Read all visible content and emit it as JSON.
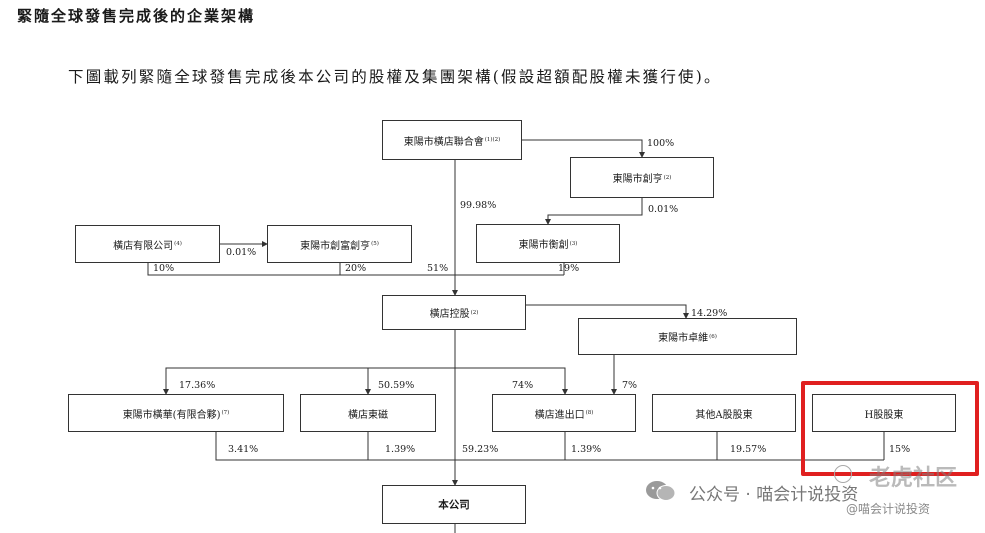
{
  "heading": "緊隨全球發售完成後的企業架構",
  "intro": "下圖載列緊隨全球發售完成後本公司的股權及集團架構(假設超額配股權未獲行使)。",
  "entities": {
    "lianhehui": {
      "name": "東陽市橫店聯合會",
      "note": "(1)(2)"
    },
    "chuangheng": {
      "name": "東陽市創亨",
      "note": "(2)"
    },
    "hengdian_youxian": {
      "name": "橫店有限公司",
      "note": "(4)"
    },
    "chuangfu": {
      "name": "東陽市創富創亨",
      "note": "(5)"
    },
    "hengchuang": {
      "name": "東陽市衡創",
      "note": "(3)"
    },
    "konggu": {
      "name": "橫店控股",
      "note": "(2)"
    },
    "zhuowei": {
      "name": "東陽市卓維",
      "note": "(6)"
    },
    "henghua": {
      "name": "東陽市橫華(有限合夥)",
      "note": "(7)"
    },
    "dongci": {
      "name": "橫店東磁",
      "note": ""
    },
    "jinchukou": {
      "name": "橫店進出口",
      "note": "(8)"
    },
    "other_a": {
      "name": "其他A股股東",
      "note": ""
    },
    "h_share": {
      "name": "H股股東",
      "note": ""
    },
    "company": {
      "name": "本公司",
      "note": ""
    }
  },
  "percentages": {
    "p100": "100%",
    "p0_01_a": "0.01%",
    "p99_98": "99.98%",
    "p0_01_b": "0.01%",
    "p10": "10%",
    "p20": "20%",
    "p51": "51%",
    "p19": "19%",
    "p14_29": "14.29%",
    "p17_36": "17.36%",
    "p50_59": "50.59%",
    "p74": "74%",
    "p7": "7%",
    "p3_41": "3.41%",
    "p1_39_a": "1.39%",
    "p59_23": "59.23%",
    "p1_39_b": "1.39%",
    "p19_57": "19.57%",
    "p15": "15%"
  },
  "watermark": {
    "community": "老虎社区",
    "account": "公众号 · 喵会计说投资",
    "handle": "@喵会计说投资"
  },
  "colors": {
    "highlight": "#e02020",
    "line": "#333333"
  }
}
